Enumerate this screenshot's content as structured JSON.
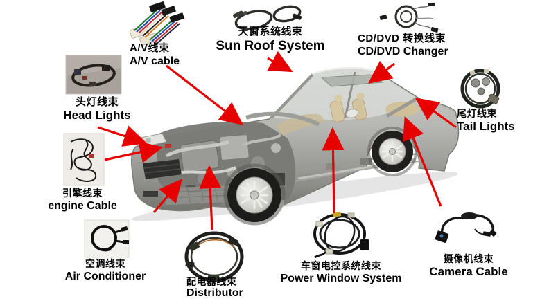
{
  "diagram": {
    "subject": "Car wiring harness overview diagram",
    "background_color": "#ffffff",
    "arrow_color": "#e60100",
    "text_color": "#000000"
  },
  "labels": {
    "av_cable": {
      "zh": "A/V线束",
      "en": "A/V cable"
    },
    "sun_roof": {
      "zh": "天窗系统线束",
      "en": "Sun Roof System"
    },
    "cd_dvd": {
      "zh": "CD/DVD 转换线束",
      "en": "CD/DVD Changer"
    },
    "head_lights": {
      "zh": "头灯线束",
      "en": "Head Lights"
    },
    "engine_cable": {
      "zh": "引擎线束",
      "en": "engine Cable"
    },
    "air_conditioner": {
      "zh": "空调线束",
      "en": "Air Conditioner"
    },
    "distributor": {
      "zh": "配电器线束",
      "en": "Distributor"
    },
    "power_window": {
      "zh": "车窗电控系统线束",
      "en": "Power Window System"
    },
    "camera_cable": {
      "zh": "摄像机线束",
      "en": "Camera Cable"
    },
    "tail_lights": {
      "zh": "尾灯线束",
      "en": "Tail Lights"
    }
  }
}
